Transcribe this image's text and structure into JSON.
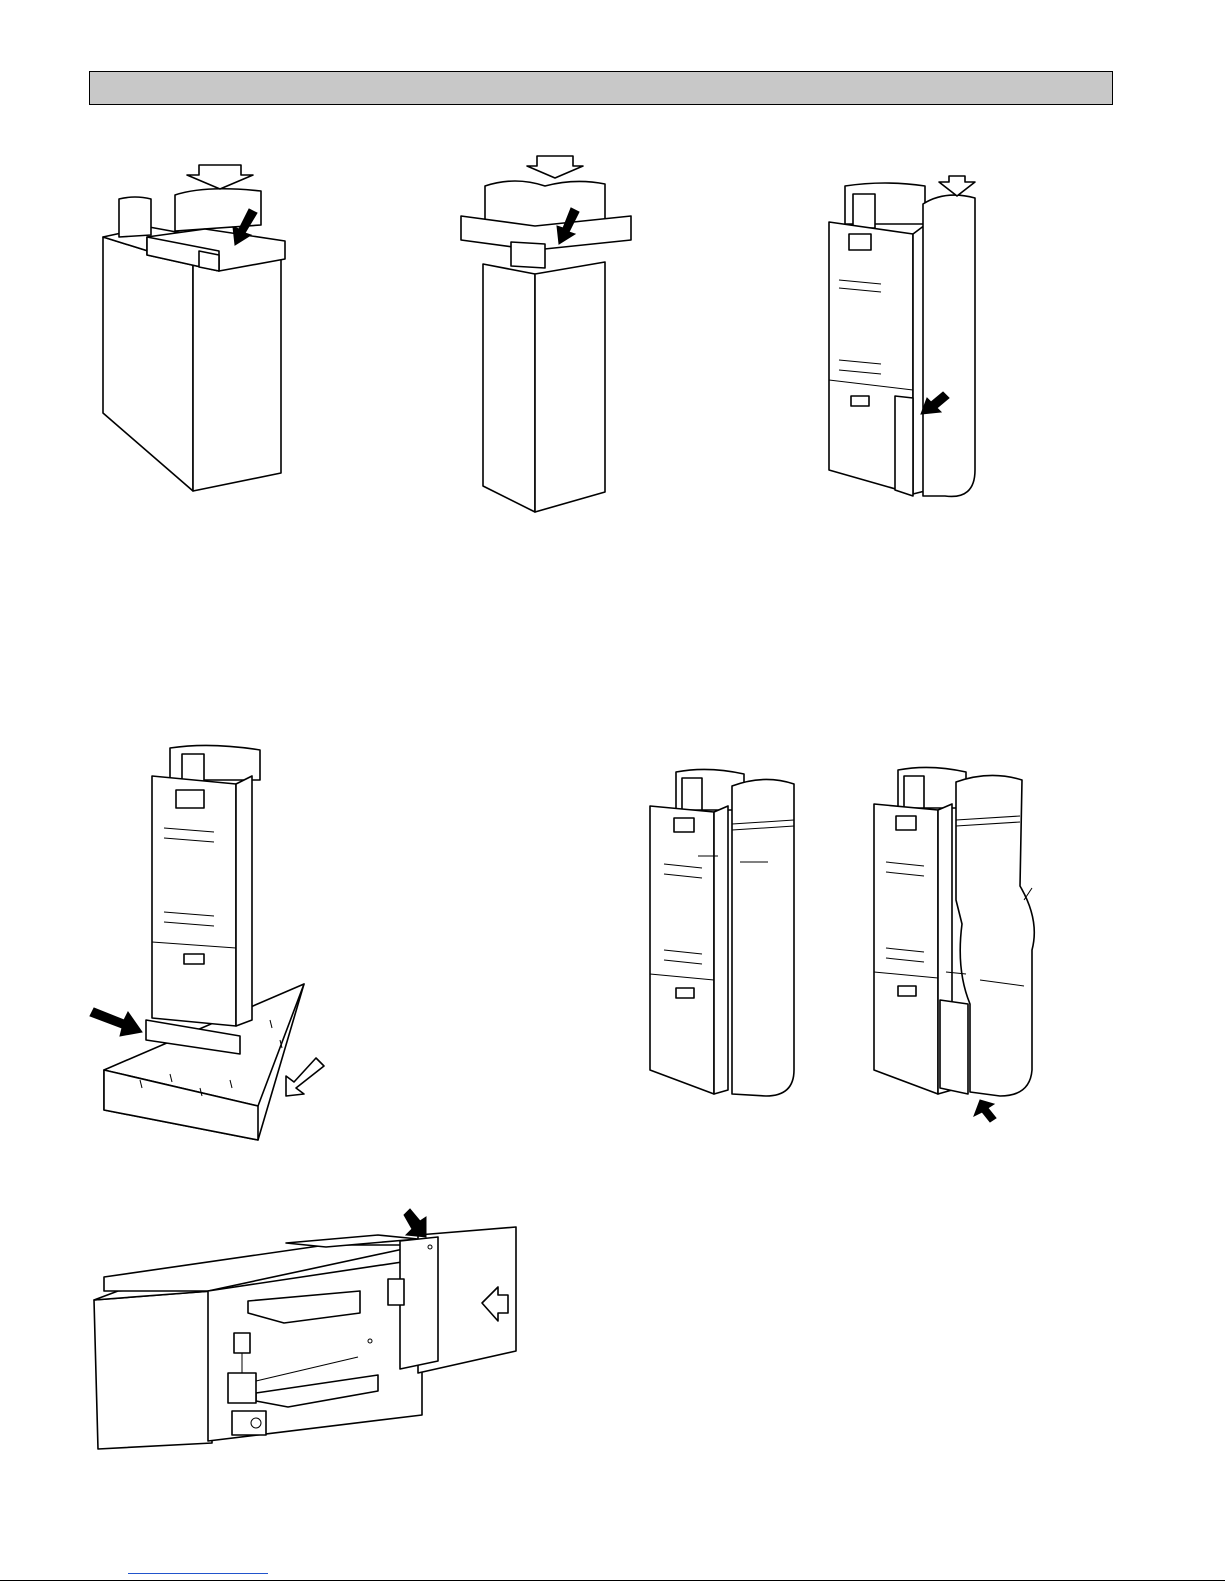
{
  "page": {
    "header_bar": {
      "fill": "#c8c8c8",
      "text": ""
    },
    "figures": [
      {
        "id": "fig-1",
        "icon": "plenum-support-rail-icon"
      },
      {
        "id": "fig-2",
        "icon": "duct-support-rail-icon"
      },
      {
        "id": "fig-3",
        "icon": "furnace-bracket-icon"
      },
      {
        "id": "fig-4",
        "icon": "furnace-platform-icon"
      },
      {
        "id": "fig-5",
        "icon": "furnace-side-duct-icon"
      },
      {
        "id": "fig-6",
        "icon": "furnace-offset-duct-icon"
      },
      {
        "id": "fig-7",
        "icon": "horizontal-furnace-icon"
      }
    ],
    "footer": {
      "link_color": "#2255cc"
    }
  }
}
